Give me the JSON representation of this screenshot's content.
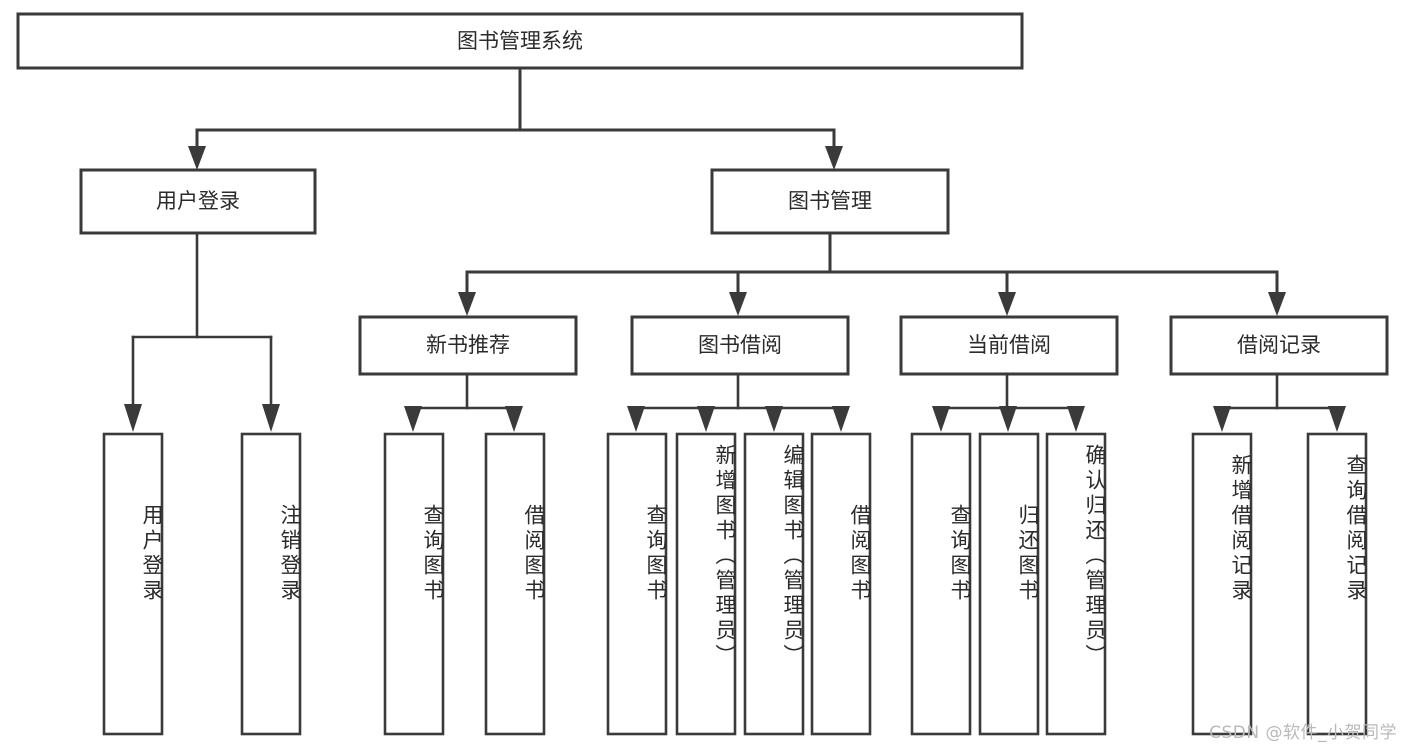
{
  "diagram": {
    "title": "图书管理系统",
    "type": "tree-hierarchy-diagram",
    "colors": {
      "stroke": "#3a3a3a",
      "fill": "#ffffff",
      "text": "#2b2b2b",
      "watermark": "#b9b9b9",
      "background": "#ffffff"
    },
    "root": {
      "label": "图书管理系统"
    },
    "level2": [
      {
        "id": "user-login",
        "label": "用户登录"
      },
      {
        "id": "book-management",
        "label": "图书管理"
      }
    ],
    "level3": [
      {
        "id": "new-book-recommend",
        "label": "新书推荐"
      },
      {
        "id": "book-borrow",
        "label": "图书借阅"
      },
      {
        "id": "current-borrow",
        "label": "当前借阅"
      },
      {
        "id": "borrow-record",
        "label": "借阅记录"
      }
    ],
    "leaves": {
      "user-login": [
        {
          "id": "leaf-user-login",
          "label": "用户登录"
        },
        {
          "id": "leaf-logout-login",
          "label": "注销登录"
        }
      ],
      "new-book-recommend": [
        {
          "id": "leaf-query-book-1",
          "label": "查询图书"
        },
        {
          "id": "leaf-borrow-book-1",
          "label": "借阅图书"
        }
      ],
      "book-borrow": [
        {
          "id": "leaf-query-book-2",
          "label": "查询图书"
        },
        {
          "id": "leaf-add-book-admin",
          "label": "新增图书（管理员）"
        },
        {
          "id": "leaf-edit-book-admin",
          "label": "编辑图书（管理员）"
        },
        {
          "id": "leaf-borrow-book-2",
          "label": "借阅图书"
        }
      ],
      "current-borrow": [
        {
          "id": "leaf-query-book-3",
          "label": "查询图书"
        },
        {
          "id": "leaf-return-book",
          "label": "归还图书"
        },
        {
          "id": "leaf-confirm-return-admin",
          "label": "确认归还（管理员）"
        }
      ],
      "borrow-record": [
        {
          "id": "leaf-add-borrow-record",
          "label": "新增借阅记录"
        },
        {
          "id": "leaf-query-borrow-record",
          "label": "查询借阅记录"
        }
      ]
    }
  },
  "watermark": {
    "text": "CSDN @软件_小贺同学"
  }
}
